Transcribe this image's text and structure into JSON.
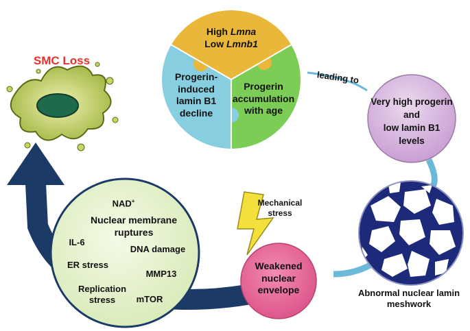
{
  "title": "SMC Loss",
  "puzzle": {
    "top_line1_prefix": "High ",
    "top_line1_gene": "Lmna",
    "top_line2_prefix": "Low ",
    "top_line2_gene": "Lmnb1",
    "left_piece": "Progerin-\ninduced\nlamin B1\ndecline",
    "right_piece": "Progerin\naccumulation\nwith age",
    "colors": {
      "top": "#e9b73a",
      "left": "#87cfe0",
      "right": "#7ccd55"
    }
  },
  "connector_label": "leading to",
  "progerin_node": "Very high progerin\nand\nlow lamin B1 levels",
  "meshwork_caption": "Abnormal nuclear lamin\nmeshwork",
  "weakened_node": "Weakened\nnuclear\nenvelope",
  "mechanical_stress": "Mechanical\nstress",
  "consequences": {
    "nad": "NAD",
    "nad_sup": "+",
    "nuclear_membrane": "Nuclear membrane\nruptures",
    "il6": "IL-6",
    "dna_damage": "DNA damage",
    "er_stress": "ER stress",
    "mmp13": "MMP13",
    "replication_stress": "Replication\nstress",
    "mtor": "mTOR"
  },
  "colors": {
    "title_red": "#e8312a",
    "arrow_navy": "#1b3a66",
    "connector_blue": "#6cb8d8",
    "progerin_fill": "#d7b8de",
    "weakened_fill": "#e86a9a",
    "consequences_fill": "#e7f3cf",
    "bolt_yellow": "#f3e03b"
  }
}
